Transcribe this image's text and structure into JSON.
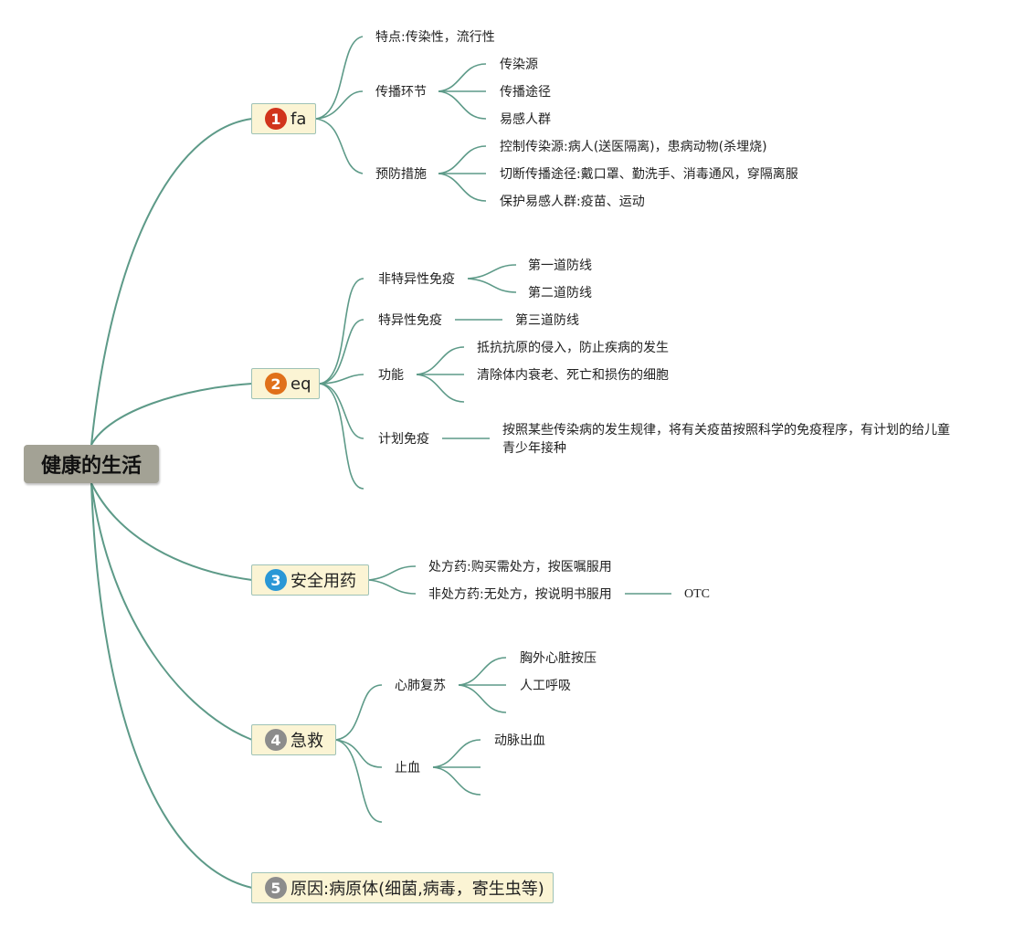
{
  "root": {
    "label": "健康的生活"
  },
  "topics": [
    {
      "num": "1",
      "label": "fa",
      "badge_color": "#d1341c"
    },
    {
      "num": "2",
      "label": "eq",
      "badge_color": "#e0701a"
    },
    {
      "num": "3",
      "label": "安全用药",
      "badge_color": "#2a97d6"
    },
    {
      "num": "4",
      "label": "急救",
      "badge_color": "#8c8c8c"
    },
    {
      "num": "5",
      "label": "原因:病原体(细菌,病毒，寄生虫等)",
      "badge_color": "#8c8c8c"
    }
  ],
  "t1": {
    "feature": "特点:传染性，流行性",
    "chain": "传播环节",
    "chain_items": [
      "传染源",
      "传播途径",
      "易感人群"
    ],
    "prevention": "预防措施",
    "prevention_items": [
      "控制传染源:病人(送医隔离)，患病动物(杀埋烧)",
      "切断传播途径:戴口罩、勤洗手、消毒通风，穿隔离服",
      "保护易感人群:疫苗、运动"
    ]
  },
  "t2": {
    "nonspecific": "非特异性免疫",
    "nonspecific_items": [
      "第一道防线",
      "第二道防线"
    ],
    "specific": "特异性免疫",
    "specific_item": "第三道防线",
    "function": "功能",
    "function_items": [
      "抵抗抗原的侵入，防止疾病的发生",
      "清除体内衰老、死亡和损伤的细胞"
    ],
    "plan": "计划免疫",
    "plan_item": "按照某些传染病的发生规律，将有关疫苗按照科学的免疫程序，有计划的给儿童青少年接种"
  },
  "t3": {
    "rx": "处方药:购买需处方，按医嘱服用",
    "otc": "非处方药:无处方，按说明书服用",
    "otc_abbr": "OTC"
  },
  "t4": {
    "cpr": "心肺复苏",
    "cpr_items": [
      "胸外心脏按压",
      "人工呼吸"
    ],
    "bleed": "止血",
    "bleed_items": [
      "动脉出血"
    ]
  }
}
